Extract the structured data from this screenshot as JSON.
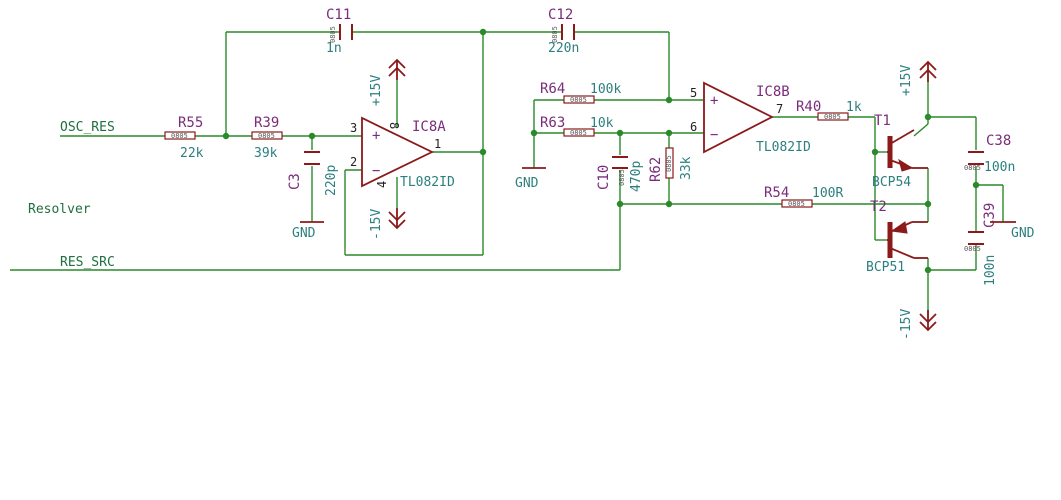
{
  "nets": {
    "osc_res": "OSC_RES",
    "res_src": "RES_SRC",
    "resolver": "Resolver"
  },
  "power": {
    "gnd": "GND",
    "p15": "+15V",
    "m15": "-15V"
  },
  "components": {
    "c11": {
      "name": "C11",
      "value": "1n",
      "footprint": "0805"
    },
    "c12": {
      "name": "C12",
      "value": "220n",
      "footprint": "0805"
    },
    "r55": {
      "name": "R55",
      "value": "22k",
      "footprint": "0805"
    },
    "r39": {
      "name": "R39",
      "value": "39k",
      "footprint": "0805"
    },
    "c3": {
      "name": "C3",
      "value": "220p",
      "footprint": "0805"
    },
    "ic8a": {
      "name": "IC8A",
      "value": "TL082ID",
      "pins": {
        "plus": "3",
        "minus": "2",
        "out": "1",
        "vcc": "8",
        "vee": "4"
      }
    },
    "r64": {
      "name": "R64",
      "value": "100k",
      "footprint": "0805"
    },
    "r63": {
      "name": "R63",
      "value": "10k",
      "footprint": "0805"
    },
    "c10": {
      "name": "C10",
      "value": "470p",
      "footprint": "0805"
    },
    "r62": {
      "name": "R62",
      "value": "33k",
      "footprint": "0805"
    },
    "ic8b": {
      "name": "IC8B",
      "value": "TL082ID",
      "pins": {
        "plus": "5",
        "minus": "6",
        "out": "7"
      }
    },
    "r40": {
      "name": "R40",
      "value": "1k",
      "footprint": "0805"
    },
    "r54": {
      "name": "R54",
      "value": "100R",
      "footprint": "0805"
    },
    "t1": {
      "name": "T1",
      "value": "BCP54"
    },
    "t2": {
      "name": "T2",
      "value": "BCP51"
    },
    "c38": {
      "name": "C38",
      "value": "100n",
      "footprint": "0805"
    },
    "c39": {
      "name": "C39",
      "value": "100n",
      "footprint": "0805"
    }
  },
  "opamp_signs": {
    "plus": "+",
    "minus": "−"
  }
}
